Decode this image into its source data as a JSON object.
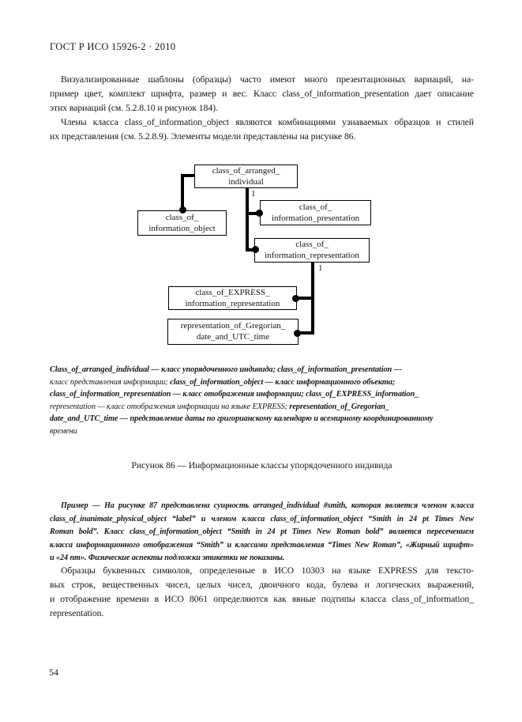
{
  "header": {
    "title": "ГОСТ Р ИСО 15926-2 · 2010"
  },
  "intro": {
    "p1_lines": [
      "Визуализированные шаблоны (образцы) часто имеют много презентационных вариаций, на-",
      "пример цвет, комплект шрифта, размер и вес. Класс class_of_information_presentation дает описание",
      "этих вариаций (см. 5.2.8.10 и рисунок 184)."
    ],
    "p2_lines": [
      "Члены класса class_of_information_object являются комбинациями узнаваемых образцов и стилей",
      "их представления (см. 5.2.8.9). Элементы модели представлены на рисунке 86."
    ]
  },
  "diagram": {
    "boxes": {
      "arranged_individual": {
        "line1": "class_of_arranged_",
        "line2": "individual"
      },
      "information_object": {
        "line1": "class_of_",
        "line2": "information_object"
      },
      "information_presentation": {
        "line1": "class_of_",
        "line2": "information_presentation"
      },
      "information_representation": {
        "line1": "class_of_",
        "line2": "information_representation"
      },
      "express_information_representation": {
        "line1": "class_of_EXPRESS_",
        "line2": "information_representation"
      },
      "gregorian_date_utc": {
        "line1": "representation_of_Gregorian_",
        "line2": "date_and_UTC_time"
      }
    },
    "cardinality": {
      "first": "1",
      "second": "1"
    }
  },
  "legend": {
    "lines": [
      {
        "segs": [
          {
            "t": "Class_of_arranged_individual — класс упорядоченного индивида; class_of_information_presentation —",
            "bold": true
          }
        ]
      },
      {
        "segs": [
          {
            "t": "класс представления информации; ",
            "bold": false
          },
          {
            "t": "class_of_information_object — класс информационного объекта;",
            "bold": true
          }
        ]
      },
      {
        "segs": [
          {
            "t": "class_of_information_representation — класс отображения информации; class_of_EXPRESS_information_",
            "bold": true
          }
        ]
      },
      {
        "segs": [
          {
            "t": "representation — класс отображения информации на языке EXPRESS; ",
            "bold": false
          },
          {
            "t": "representation_of_Gregorian_",
            "bold": true
          }
        ]
      },
      {
        "segs": [
          {
            "t": "date_and_UTC_time — представление даты по григорианскому календарю и всемирному координированному",
            "bold": true
          }
        ]
      },
      {
        "segs": [
          {
            "t": "времени",
            "bold": false
          }
        ]
      }
    ]
  },
  "figure": {
    "caption": "Рисунок 86 — Информационные классы упорядоченного индивида"
  },
  "example": {
    "lines": [
      "Пример — На рисунке 87 представлена сущность arranged_individual #smith, которая является членом класса",
      "class_of_inanimate_physical_object “label” и членом класса class_of_information_object “Smith in 24 pt Times New",
      "Roman bold”. Класс class_of_information_object “Smith in 24 pt Times New Roman bold” является пересечением",
      "класса информационного отображения “Smith” и классами представления “Times New Roman”, «Жирный шрифт»",
      "и «24 пт». Физические аспекты подложки этикетки не показаны."
    ]
  },
  "body2": {
    "lines": [
      "Образцы буквенных символов, определенные в ИСО 10303 на языке EXPRESS для тексто-",
      "вых строк, вещественных чисел, целых чисел, двоичного кода, булева и логических выражений,",
      "и отображение времени в ИСО 8061 определяются как явные подтипы класса class_of_information_",
      "representation."
    ]
  },
  "footer": {
    "page_number": "54"
  }
}
